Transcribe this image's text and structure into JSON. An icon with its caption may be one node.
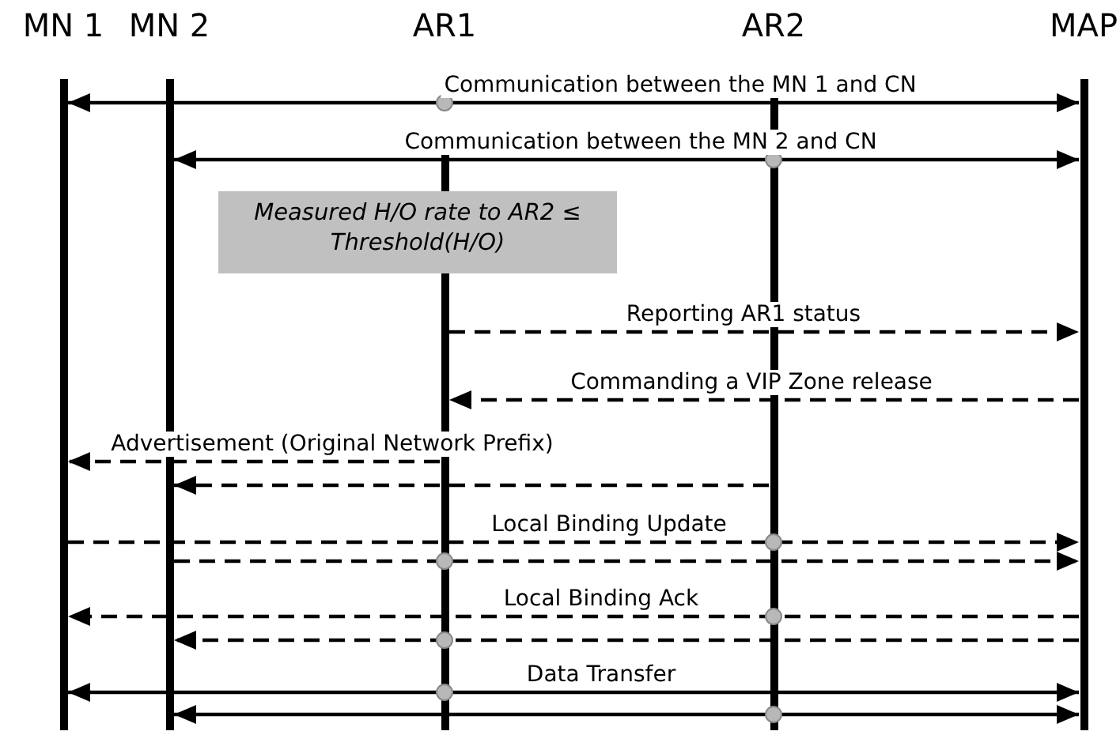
{
  "diagram": {
    "nodes": [
      {
        "text": [
          "MN 1"
        ]
      },
      {
        "text": [
          "MN 2"
        ]
      },
      {
        "text": [
          "AR1"
        ]
      },
      {
        "text": [
          "AR2"
        ]
      },
      {
        "text": [
          "MAP"
        ]
      },
      {
        "text": [
          "Measured H/O rate to AR2 ≤ Threshold(H/O)"
        ]
      }
    ],
    "edges": [
      {
        "from": 0,
        "to": 4,
        "arrow": "both",
        "label": "Communication between the MN 1 and CN"
      },
      {
        "from": 1,
        "to": 4,
        "arrow": "both",
        "label": "Communication between the MN 2 and CN"
      },
      {
        "from": 2,
        "to": 4,
        "arrow": "to",
        "style": "dashed",
        "label": "Reporting AR1 status"
      },
      {
        "from": 4,
        "to": 2,
        "arrow": "to",
        "style": "dashed",
        "label": "Commanding a VIP Zone release"
      },
      {
        "from": 2,
        "to": 0,
        "arrow": "to",
        "style": "dashed",
        "label": "Advertisement (Original Network Prefix)"
      },
      {
        "from": 3,
        "to": 1,
        "arrow": "to",
        "style": "dashed"
      },
      {
        "from": 0,
        "to": 4,
        "arrow": "to",
        "style": "dashed",
        "label": "Local Binding Update"
      },
      {
        "from": 1,
        "to": 4,
        "arrow": "to",
        "style": "dashed"
      },
      {
        "from": 4,
        "to": 0,
        "arrow": "to",
        "style": "dashed",
        "label": "Local Binding Ack"
      },
      {
        "from": 4,
        "to": 1,
        "arrow": "to",
        "style": "dashed"
      },
      {
        "from": 0,
        "to": 4,
        "arrow": "both",
        "label": "Data Transfer"
      },
      {
        "from": 1,
        "to": 4,
        "arrow": "both"
      }
    ]
  }
}
